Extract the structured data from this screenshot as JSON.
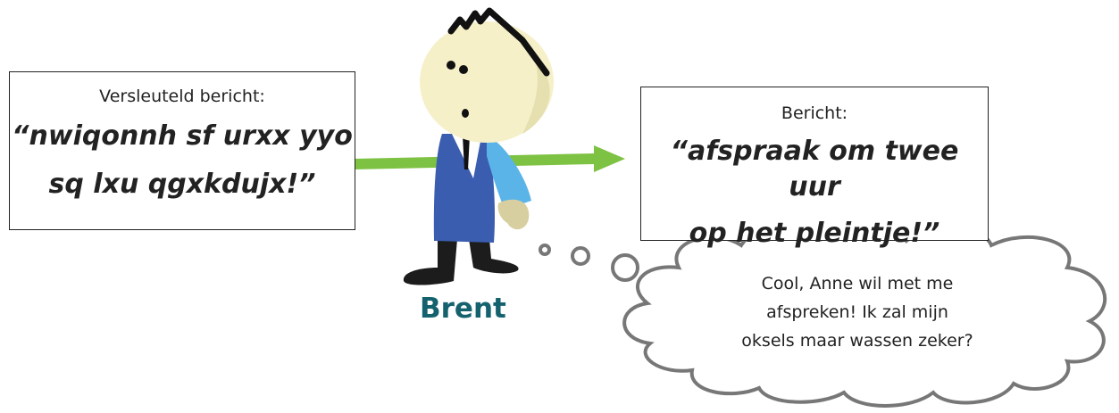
{
  "encrypted_box": {
    "label": "Versleuteld bericht:",
    "line1": "“nwiqonnh sf urxx yyo",
    "line2": "sq lxu qgxkdujx!”"
  },
  "decrypted_box": {
    "label": "Bericht:",
    "line1": "“afspraak om twee uur",
    "line2": "op het pleintje!”"
  },
  "character": {
    "name": "Brent"
  },
  "thought": {
    "line1": "Cool, Anne wil met me",
    "line2": "afspreken! Ik zal mijn",
    "line3": "oksels maar wassen zeker?"
  },
  "colors": {
    "arrow": "#7dc242",
    "name": "#15626f",
    "shirt": "#3a5db0",
    "sleeve": "#5ab4e8",
    "skin": "#f5f0c8"
  }
}
